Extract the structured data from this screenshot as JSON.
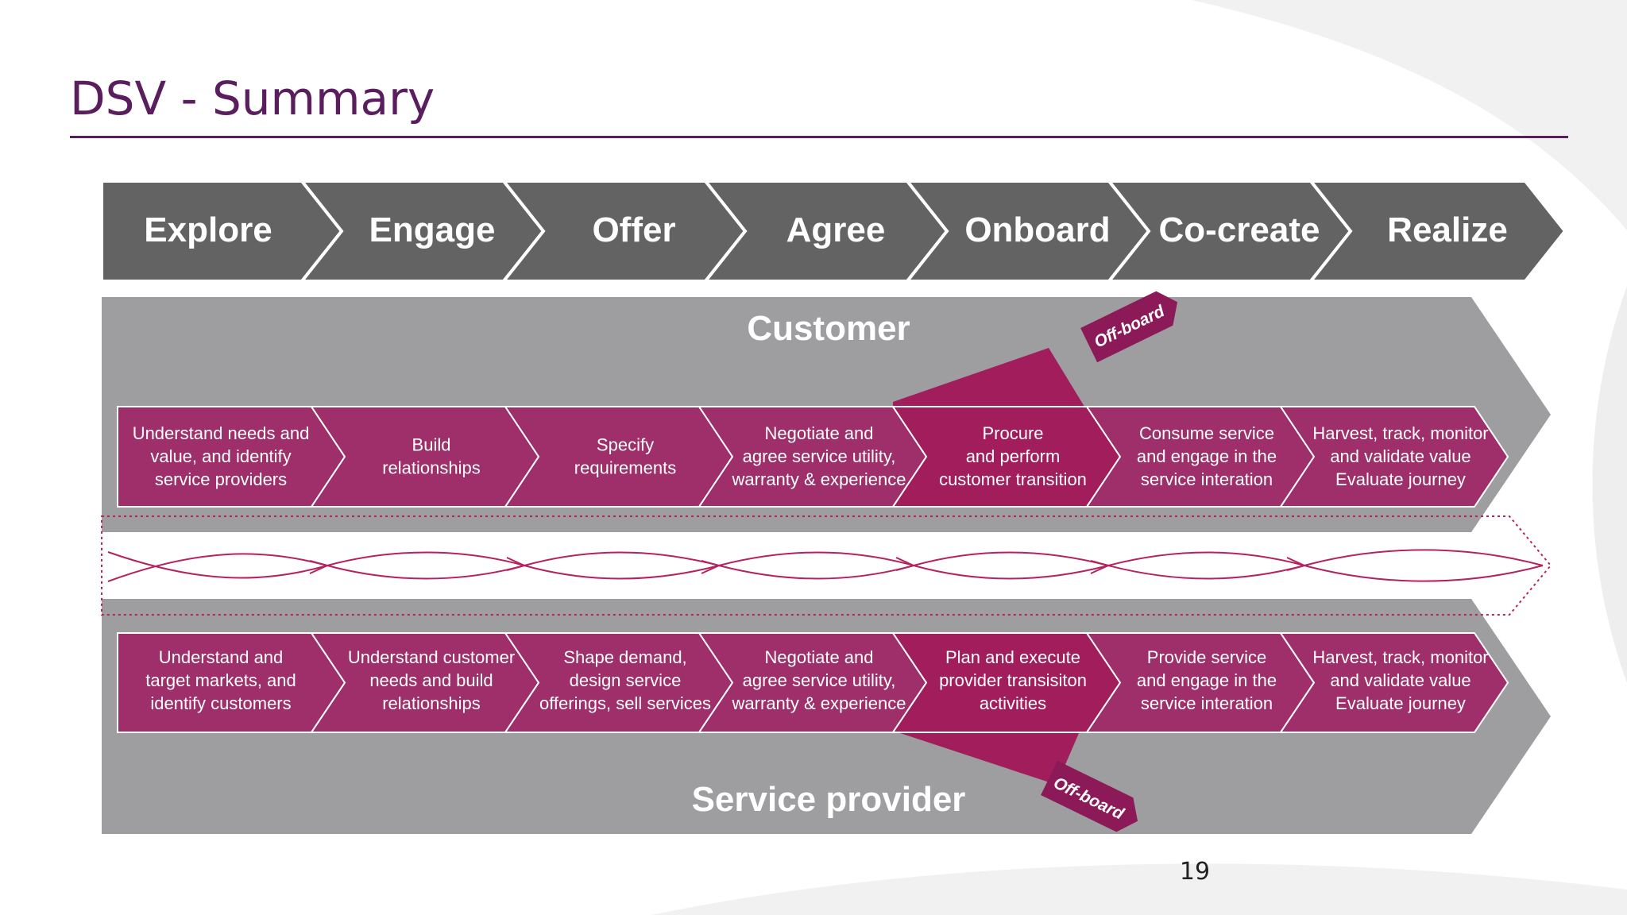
{
  "slide": {
    "title": "DSV - Summary",
    "page_number": "19"
  },
  "stages": [
    "Explore",
    "Engage",
    "Offer",
    "Agree",
    "Onboard",
    "Co-create",
    "Realize"
  ],
  "customer": {
    "title": "Customer",
    "offboard_label": "Off-board",
    "steps": [
      {
        "lines": [
          "Understand needs and",
          "value, and identify",
          "service providers"
        ]
      },
      {
        "lines": [
          "Build",
          "relationships"
        ]
      },
      {
        "lines": [
          "Specify",
          "requirements"
        ]
      },
      {
        "lines": [
          "Negotiate and",
          "agree service utility,",
          "warranty & experience"
        ]
      },
      {
        "lines": [
          "Procure",
          "and perform",
          "customer transition"
        ]
      },
      {
        "lines": [
          "Consume service",
          "and engage in the",
          "service interation"
        ]
      },
      {
        "lines": [
          "Harvest, track, monitor",
          "and validate value",
          "Evaluate journey"
        ]
      }
    ]
  },
  "provider": {
    "title": "Service provider",
    "offboard_label": "Off-board",
    "steps": [
      {
        "lines": [
          "Understand and",
          "target markets, and",
          "identify customers"
        ]
      },
      {
        "lines": [
          "Understand customer",
          "needs and build",
          "relationships"
        ]
      },
      {
        "lines": [
          "Shape demand,",
          "design service",
          "offerings, sell services"
        ]
      },
      {
        "lines": [
          "Negotiate and",
          "agree service utility,",
          "warranty & experience"
        ]
      },
      {
        "lines": [
          "Plan and execute",
          "provider transisiton",
          "activities"
        ]
      },
      {
        "lines": [
          "Provide service",
          "and engage in the",
          "service interation"
        ]
      },
      {
        "lines": [
          "Harvest, track, monitor",
          "and validate value",
          "Evaluate journey"
        ]
      }
    ]
  },
  "colors": {
    "title": "#5a1e5f",
    "stage_bar": "#636363",
    "band": "#9e9ea0",
    "step": "#9e2f6a",
    "step_dark": "#8c1a58",
    "onboard_highlight": "#a21d5c",
    "connector": "#b5235f"
  }
}
